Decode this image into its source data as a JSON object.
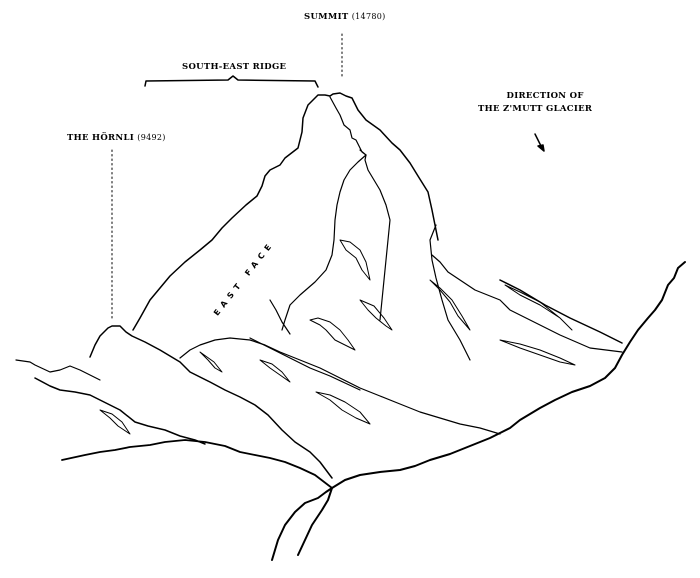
{
  "figure": {
    "subject": "Mountain peak line drawing",
    "colors": {
      "ink": "#000000",
      "paper": "#ffffff"
    }
  },
  "labels": {
    "summit": {
      "name": "SUMMIT",
      "elevation": "(14780)"
    },
    "south_east_ridge": {
      "name": "SOUTH-EAST RIDGE"
    },
    "hornli": {
      "name": "THE HÖRNLI",
      "elevation": "(9492)"
    },
    "zmutt": {
      "line1": "DIRECTION OF",
      "line2": "THE Z'MUTT GLACIER"
    },
    "east_face": {
      "name": "EAST FACE"
    }
  }
}
